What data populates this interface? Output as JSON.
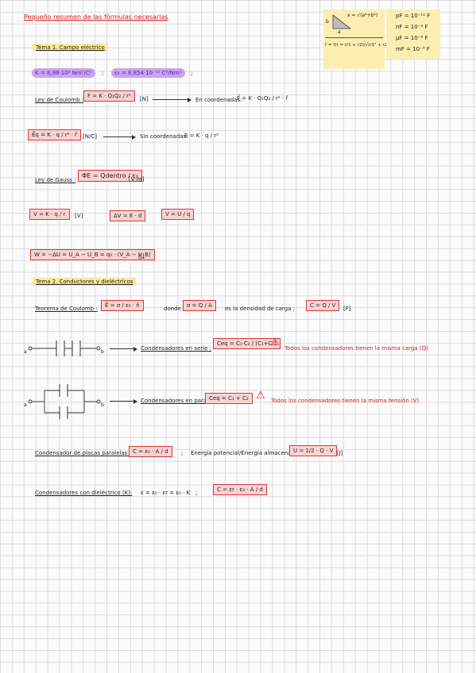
{
  "page": {
    "title": "Pequeño resumen de las fórmulas necesarias"
  },
  "sticky": {
    "triangle_hyp": "x = √(a²+b²)",
    "triangle_side_b": "b",
    "triangle_side_a": "a",
    "unit_vector": "r̂ = r⃗/r = (r1 + r2)/√(r1² + r2²)"
  },
  "units": [
    "pF = 10⁻¹² F",
    "nF = 10⁻⁹ F",
    "μF = 10⁻⁶ F",
    "mF = 10⁻³ F"
  ],
  "tema1": {
    "heading": "Tema 1. Campo eléctrico",
    "k_const": "K = 8,98·10⁹ Nm²/C²",
    "sep": ";",
    "e0_const": "ε₀ = 8,854·10⁻¹² C²/Nm²",
    "sep2": ";",
    "coulomb_label": "Ley de Coulomb :",
    "coulomb_formula": "F = K · Q₁Q₂ / r²",
    "coulomb_unit": "[N]",
    "coulomb_vector_label": "En coordenadas:",
    "coulomb_vector": "F⃗ = K · Q₁Q₂ / r² · r̂",
    "field_formula": "E⃗q = K · q / r² · r̂",
    "field_unit": "[N/C]",
    "field_scalar_label": "Sin coordenadas:",
    "field_scalar": "E = K · q / r²",
    "gauss_label": "Ley de Gauss :",
    "gauss_formula": "ΦE = Qdentro / ε₀",
    "gauss_unit": "[V·m]",
    "potential_formula": "V = K · q / r",
    "potential_unit": "[V]",
    "delta_v": "ΔV = E · d",
    "v_u_q": "V = U / q",
    "work_formula": "W = −ΔU = U_A − U_B = q₀ · (V_A − V_B)",
    "work_unit": "[J]"
  },
  "tema2": {
    "heading": "Tema 2. Conductores y dieléctricos",
    "coulomb_theorem_label": "Teorema de Coulomb :",
    "coulomb_theorem": "E⃗ = σ / ε₀ · n̂",
    "donde": "donde",
    "sigma_box": "σ = Q / A",
    "sigma_desc": "es la densidad de carga ;",
    "capacitance": "C = Q / V",
    "capacitance_unit": "[F]",
    "series_label": "Condensadores en serie :",
    "series_formula": "Ceq = C₁·C₂ / (C₁+C₂)",
    "series_note": "Todos los condensadores tienen la misma carga (Q)",
    "parallel_label": "Condensadores en paralelo :",
    "parallel_formula": "Ceq = C₁ + C₂",
    "parallel_note": "Todos los condensadores tienen la misma tensión (V)",
    "node_a": "a",
    "node_b": "b",
    "plates_label": "Condensador de placas paralelas :",
    "plates_formula": "C = ε₀ · A / d",
    "energy_sep": ";",
    "energy_label": "Energía potencial/Energía almacenada :",
    "energy_formula": "U = 1/2 · Q · V",
    "energy_unit": "[J]",
    "dielectric_label": "Condensadores con dieléctrico (K):",
    "dielectric_eps": "ε = ε₀ · εr = ε₀ · K",
    "dielectric_sep": ";",
    "dielectric_formula": "C = εr · ε₀ · A / d"
  }
}
